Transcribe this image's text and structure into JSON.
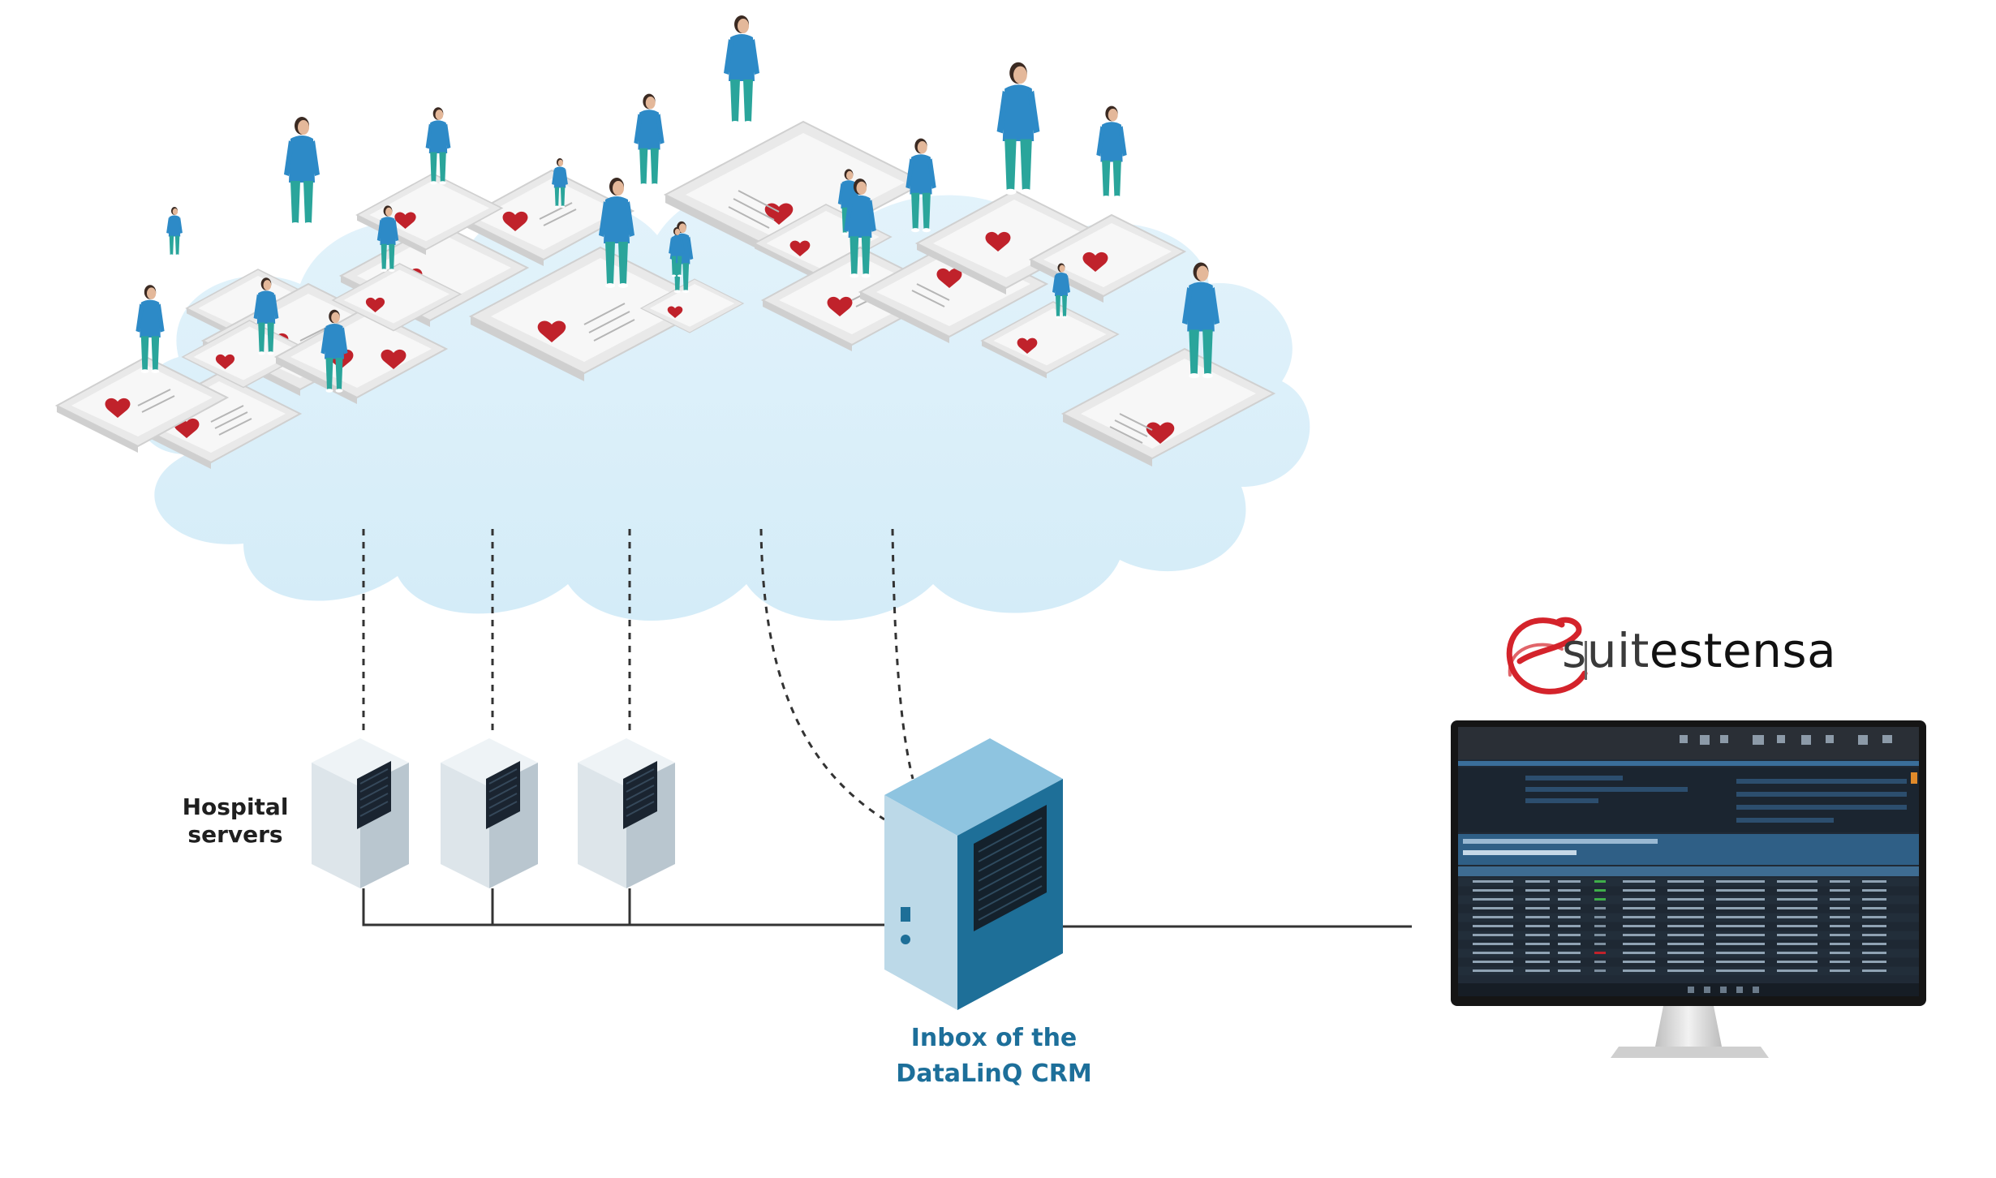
{
  "labels": {
    "hospital_servers_line1": "Hospital",
    "hospital_servers_line2": "servers",
    "crm_line1": "Inbox of the",
    "crm_line2": "DataLinQ CRM"
  },
  "logo": {
    "prefix": "suit",
    "suffix": "estensa",
    "mark_icon": "e-logo-icon",
    "color": "#d4232b"
  },
  "colors": {
    "cloud": "#dbeff9",
    "card": "#f2f2f2",
    "heart": "#c0222b",
    "person_top": "#2d8ac7",
    "person_legs": "#2aa59b",
    "server_light": "#d9e4ea",
    "crm_server": "#1e6f98",
    "crm_label": "#1d6f9a",
    "monitor_screen": "#1b2a3a"
  }
}
